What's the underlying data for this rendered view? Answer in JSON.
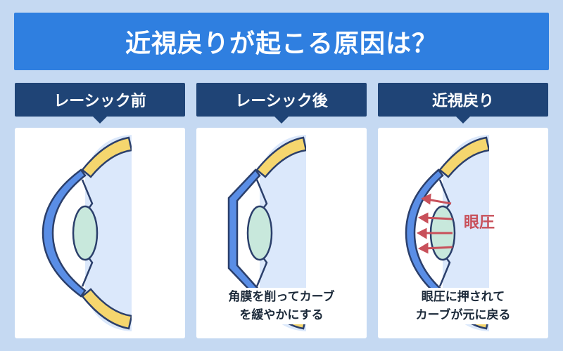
{
  "title": "近視戻りが起こる原因は？",
  "panels": [
    {
      "label": "レーシック前",
      "caption_lines": []
    },
    {
      "label": "レーシック後",
      "caption_lines": [
        "角膜を削ってカーブ",
        "を緩やかにする"
      ]
    },
    {
      "label": "近視戻り",
      "caption_lines": [
        "眼圧に押されて",
        "カーブが元に戻る"
      ],
      "annotation": "眼圧"
    }
  ],
  "colors": {
    "banner": "#2f7fe0",
    "label_bg": "#1f4476",
    "background": "#c5d9f2",
    "sclera": "#f5d66e",
    "cornea": "#5a8ee6",
    "lens": "#c8e8dc",
    "vitreous": "#dbe8fb",
    "arrow": "#c8505a"
  },
  "icons": [
    "eye-diagram-icon",
    "pressure-arrow-icon"
  ]
}
